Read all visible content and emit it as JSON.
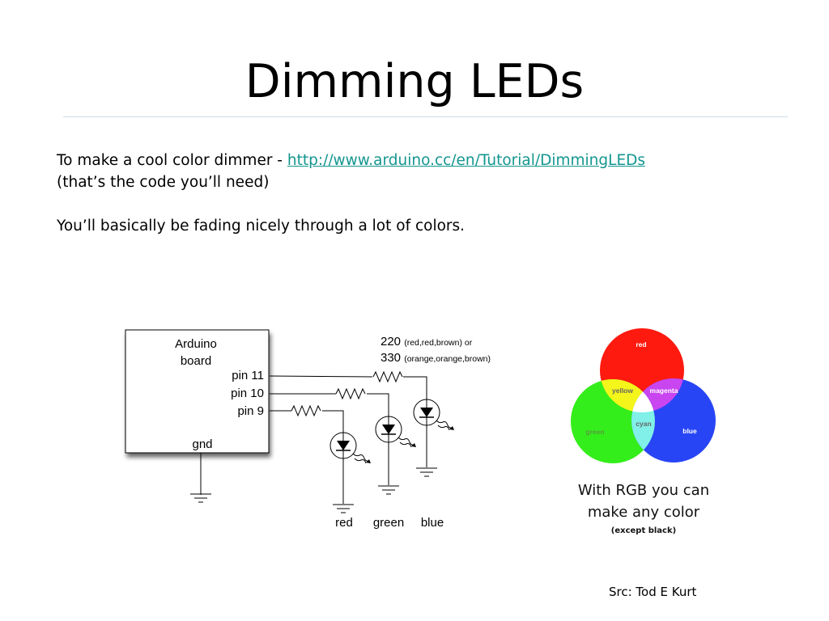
{
  "slide": {
    "title": "Dimming LEDs",
    "line1_text": "To make a cool color dimmer - ",
    "line1_link": "http://www.arduino.cc/en/Tutorial/DimmingLEDs",
    "line2": "(that’s the code you’ll need)",
    "line3": "You’ll basically be fading nicely through a lot of colors.",
    "source": "Src: Tod E Kurt"
  },
  "circuit": {
    "board_label_1": "Arduino",
    "board_label_2": "board",
    "pins": [
      "pin 11",
      "pin 10",
      "pin 9"
    ],
    "gnd": "gnd",
    "resistor_1_value": "220",
    "resistor_1_note": "(red,red,brown) or",
    "resistor_2_value": "330",
    "resistor_2_note": "(orange,orange,brown)",
    "led_labels": [
      "red",
      "green",
      "blue"
    ]
  },
  "rgb_diagram": {
    "labels": {
      "red": "red",
      "green": "green",
      "blue": "blue",
      "yellow": "yellow",
      "magenta": "magenta",
      "cyan": "cyan"
    },
    "caption_1": "With RGB you can",
    "caption_2": "make any color",
    "caption_3": "(except black)",
    "colors": {
      "red": "#ff1a10",
      "green": "#33ee1a",
      "blue": "#2845f5",
      "yellow": "#f4f51a",
      "magenta": "#c845f0",
      "cyan": "#80f0e8"
    }
  }
}
